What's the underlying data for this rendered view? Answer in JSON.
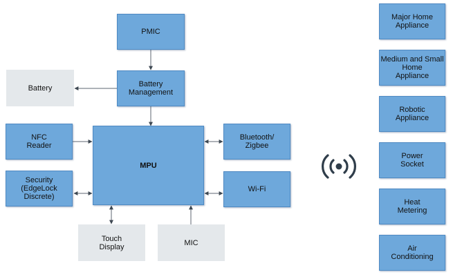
{
  "diagram": {
    "blocks": {
      "pmic": "PMIC",
      "battery_management": "Battery\nManagement",
      "battery": "Battery",
      "mpu": "MPU",
      "nfc_reader": "NFC\nReader",
      "security": "Security\n(EdgeLock\nDiscrete)",
      "bluetooth_zigbee": "Bluetooth/\nZigbee",
      "wifi": "Wi-Fi",
      "touch_display": "Touch\nDisplay",
      "mic": "MIC"
    },
    "wireless_icon": "wireless-signal-icon",
    "applications": [
      "Major Home\nAppliance",
      "Medium and Small\nHome\nAppliance",
      "Robotic\nAppliance",
      "Power\nSocket",
      "Heat\nMetering",
      "Air\nConditioning"
    ],
    "colors": {
      "block_fill": "#6ea8db",
      "block_border": "#4e89c2",
      "external_fill": "#e4e8eb",
      "wire": "#5c6670",
      "icon": "#2f3d4a"
    }
  }
}
